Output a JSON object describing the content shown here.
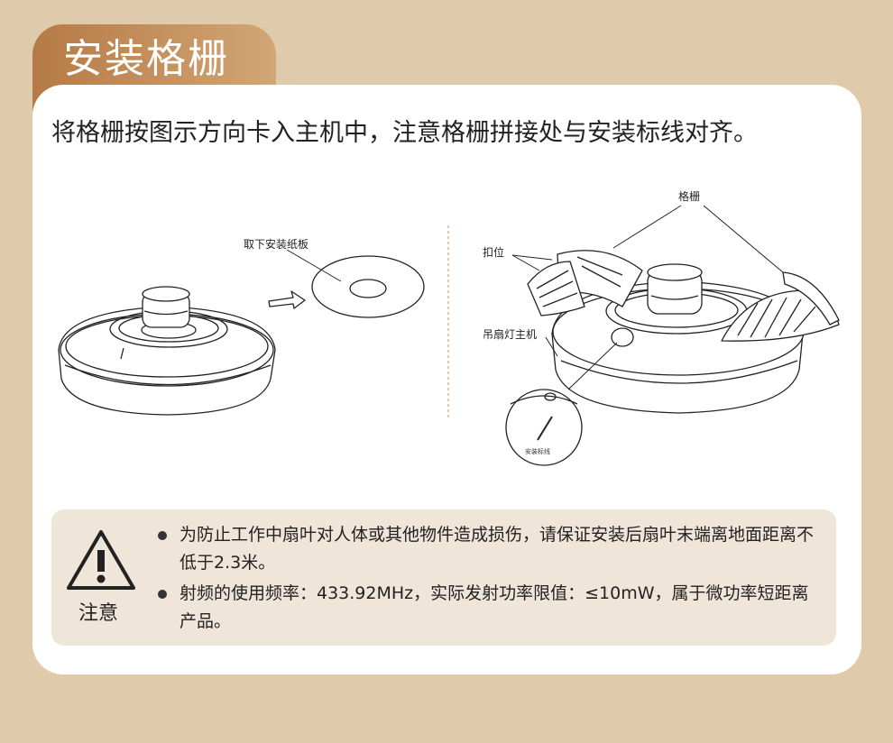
{
  "header": {
    "title": "安装格栅"
  },
  "instruction": "将格栅按图示方向卡入主机中，注意格栅拼接处与安装标线对齐。",
  "diagram": {
    "left_label": "取下安装纸板",
    "right_labels": {
      "grille": "格栅",
      "clip": "扣位",
      "main_unit": "吊扇灯主机",
      "install_line": "安装标线"
    }
  },
  "notice": {
    "label": "注意",
    "icon": "warning-triangle-icon",
    "items": [
      "为防止工作中扇叶对人体或其他物件造成损伤，请保证安装后扇叶末端离地面距离不低于2.3米。",
      "射频的使用频率：433.92MHz，实际发射功率限值：≤10mW，属于微功率短距离产品。"
    ]
  },
  "colors": {
    "background": "#dfcaab",
    "tab_start": "#b57a45",
    "tab_end": "#d2a676",
    "notice_bg": "#efe5d8"
  }
}
